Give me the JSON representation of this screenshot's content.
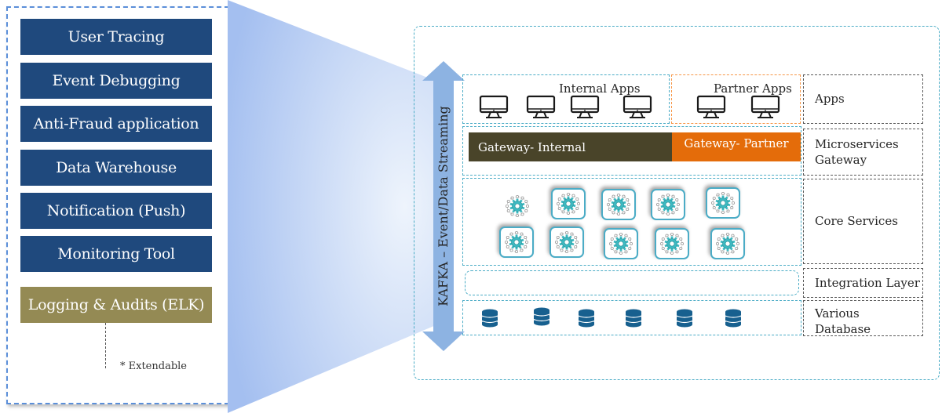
{
  "left_panel": {
    "tools": [
      {
        "label": "User Tracing",
        "kind": "tool"
      },
      {
        "label": "Event Debugging",
        "kind": "tool"
      },
      {
        "label": "Anti-Fraud application",
        "kind": "tool"
      },
      {
        "label": "Data Warehouse",
        "kind": "tool"
      },
      {
        "label": "Notification (Push)",
        "kind": "tool"
      },
      {
        "label": "Monitoring Tool",
        "kind": "tool"
      },
      {
        "label": "Logging & Audits (ELK)",
        "kind": "logging"
      }
    ],
    "extend_note": "* Extendable"
  },
  "kafka": {
    "label": "KAFKA – Event/Data Streaming"
  },
  "architecture": {
    "internal_apps": {
      "title": "Internal Apps",
      "icon": "monitor-icon",
      "count": 4
    },
    "partner_apps": {
      "title": "Partner Apps",
      "icon": "monitor-icon",
      "count": 2
    },
    "gateway_internal": "Gateway- Internal",
    "gateway_partner": "Gateway- Partner",
    "core_services": {
      "icon": "microservice-gear-icon",
      "count": 10
    },
    "databases": {
      "icon": "database-icon",
      "count": 6
    }
  },
  "layer_labels": {
    "apps": "Apps",
    "gateway_line1": "Microservices",
    "gateway_line2": "Gateway",
    "core": "Core Services",
    "integration": "Integration Layer",
    "db_line1": "Various",
    "db_line2": "Database"
  },
  "colors": {
    "tool_blue": "#1f497d",
    "logging_olive": "#948a54",
    "gateway_internal": "#494429",
    "gateway_partner": "#e46c0a",
    "accent_cyan": "#4bacc6",
    "accent_orange": "#f79646",
    "kafka_arrow": "#8db3e2",
    "database_blue": "#17608f"
  }
}
